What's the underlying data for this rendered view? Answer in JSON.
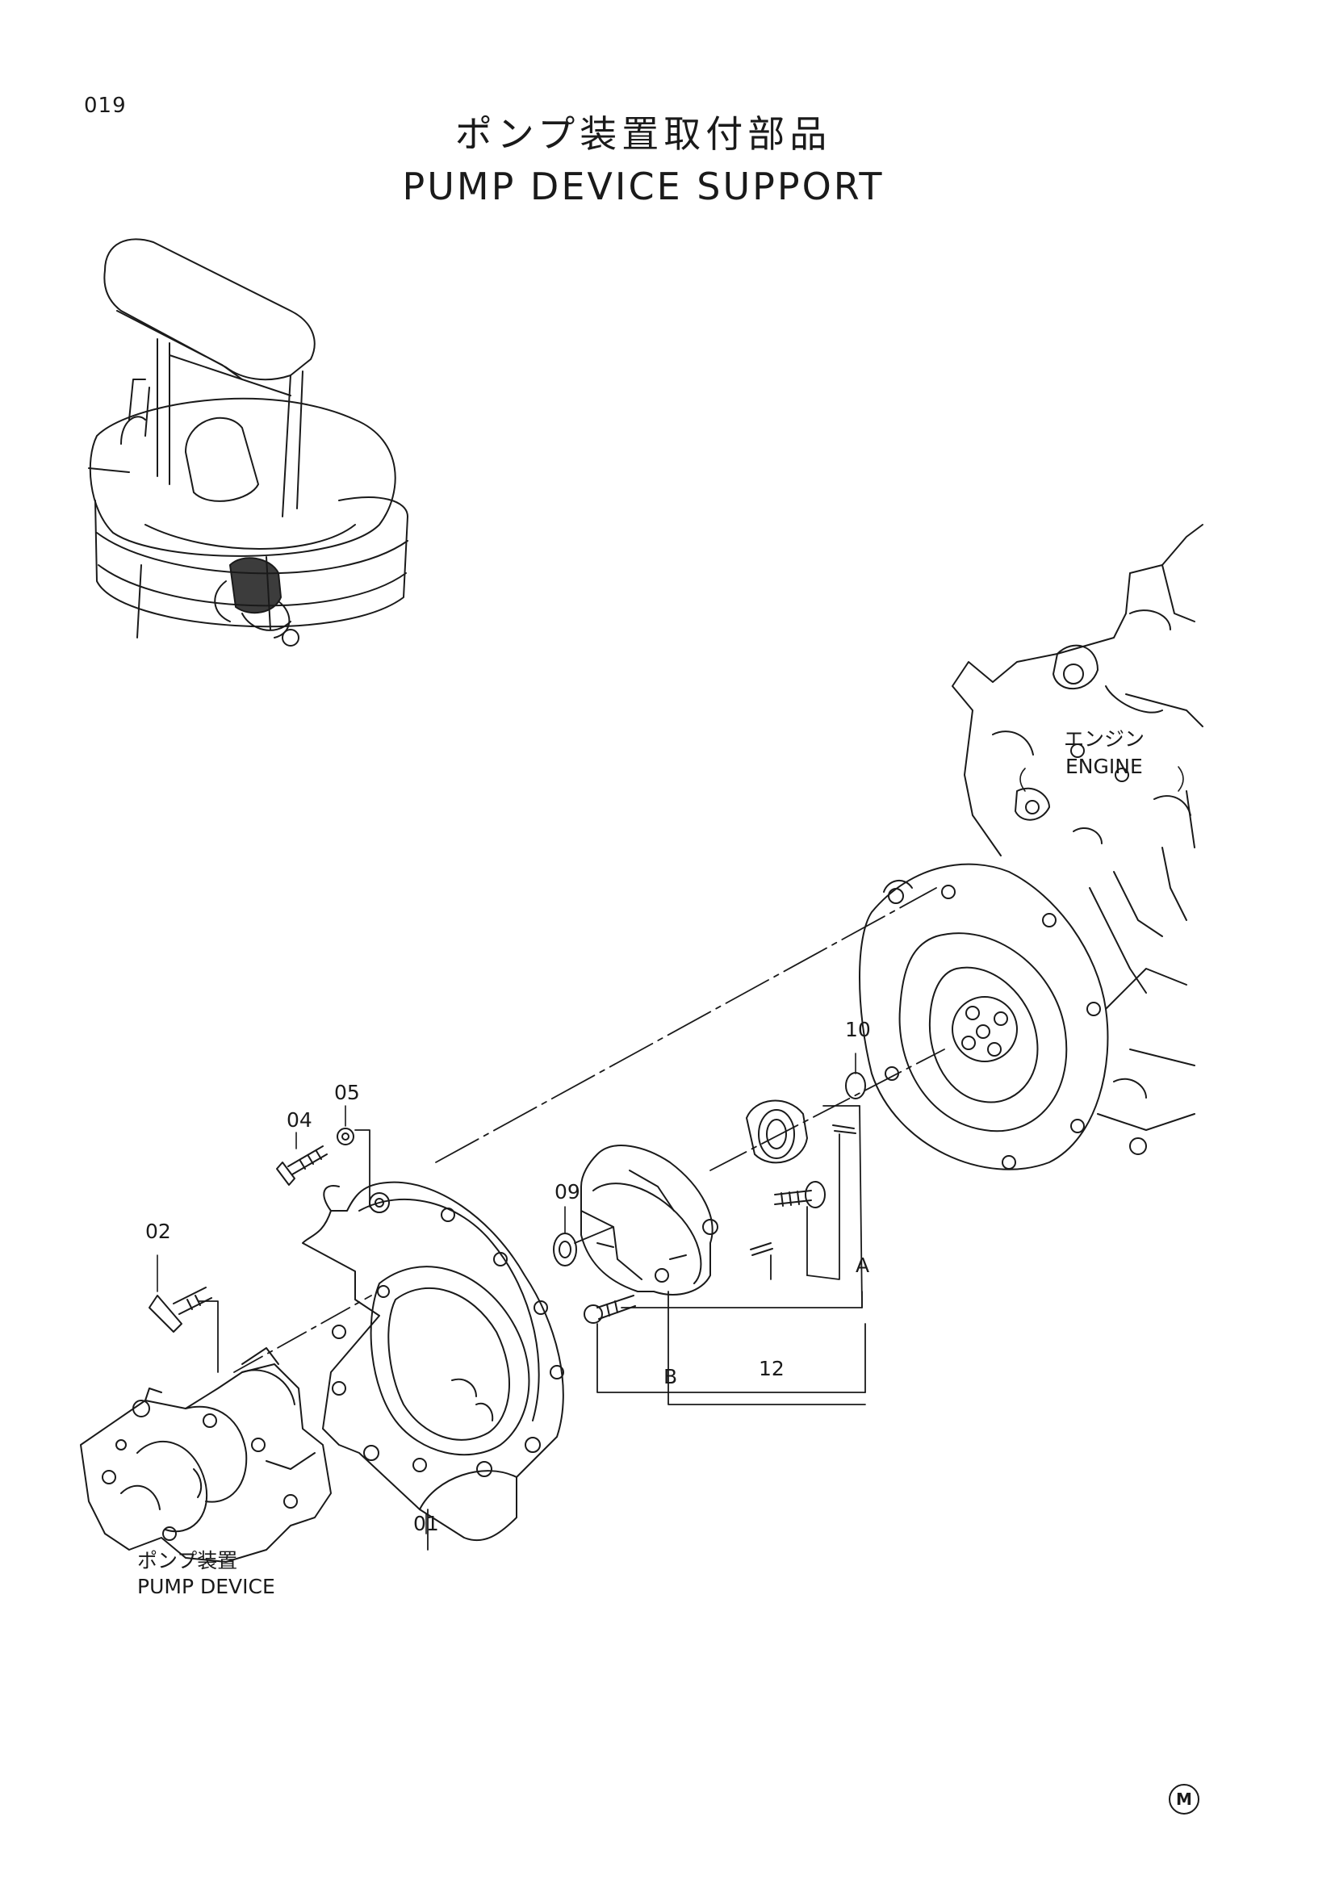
{
  "page": {
    "number": "019",
    "title_ja": "ポンプ装置取付部品",
    "title_en": "PUMP DEVICE SUPPORT",
    "mark": "M"
  },
  "labels": {
    "engine_ja": "エンジン",
    "engine_en": "ENGINE",
    "pump_ja": "ポンプ装置",
    "pump_en": "PUMP DEVICE"
  },
  "callouts": [
    "01",
    "02",
    "04",
    "05",
    "09",
    "10",
    "12",
    "A",
    "B"
  ]
}
